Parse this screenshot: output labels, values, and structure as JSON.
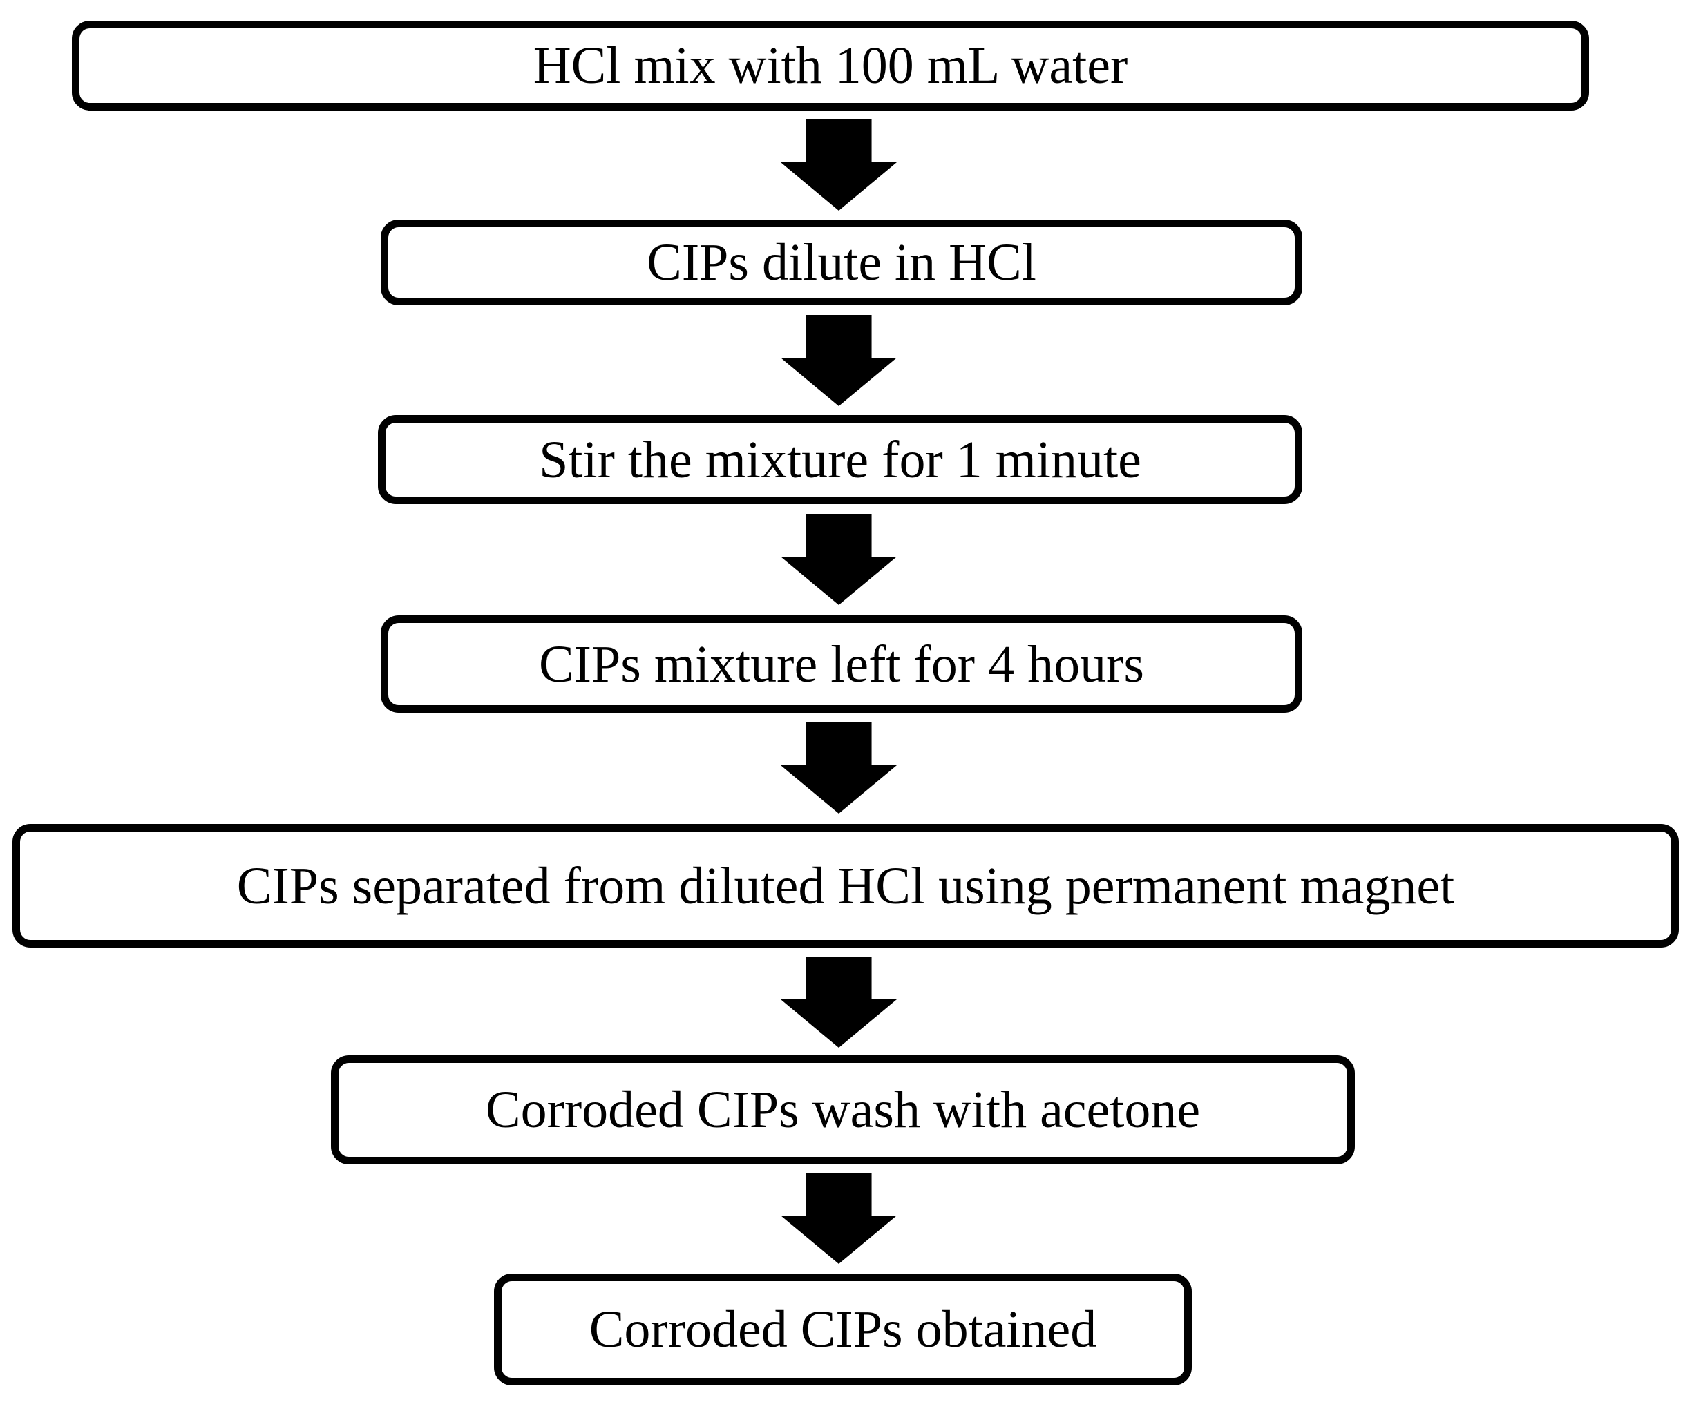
{
  "diagram": {
    "type": "flowchart",
    "direction": "top-down",
    "colors": {
      "background": "#ffffff",
      "box_fill": "#ffffff",
      "box_border": "#000000",
      "text": "#000000",
      "arrow": "#000000"
    },
    "steps": [
      {
        "id": 1,
        "label": "HCl mix with 100 mL water"
      },
      {
        "id": 2,
        "label": "CIPs dilute in HCl"
      },
      {
        "id": 3,
        "label": "Stir the mixture for 1 minute"
      },
      {
        "id": 4,
        "label": "CIPs mixture left for 4 hours"
      },
      {
        "id": 5,
        "label": "CIPs separated from diluted HCl using permanent magnet"
      },
      {
        "id": 6,
        "label": "Corroded CIPs wash with acetone"
      },
      {
        "id": 7,
        "label": "Corroded CIPs obtained"
      }
    ],
    "connections": [
      {
        "from": 1,
        "to": 2
      },
      {
        "from": 2,
        "to": 3
      },
      {
        "from": 3,
        "to": 4
      },
      {
        "from": 4,
        "to": 5
      },
      {
        "from": 5,
        "to": 6
      },
      {
        "from": 6,
        "to": 7
      }
    ]
  }
}
